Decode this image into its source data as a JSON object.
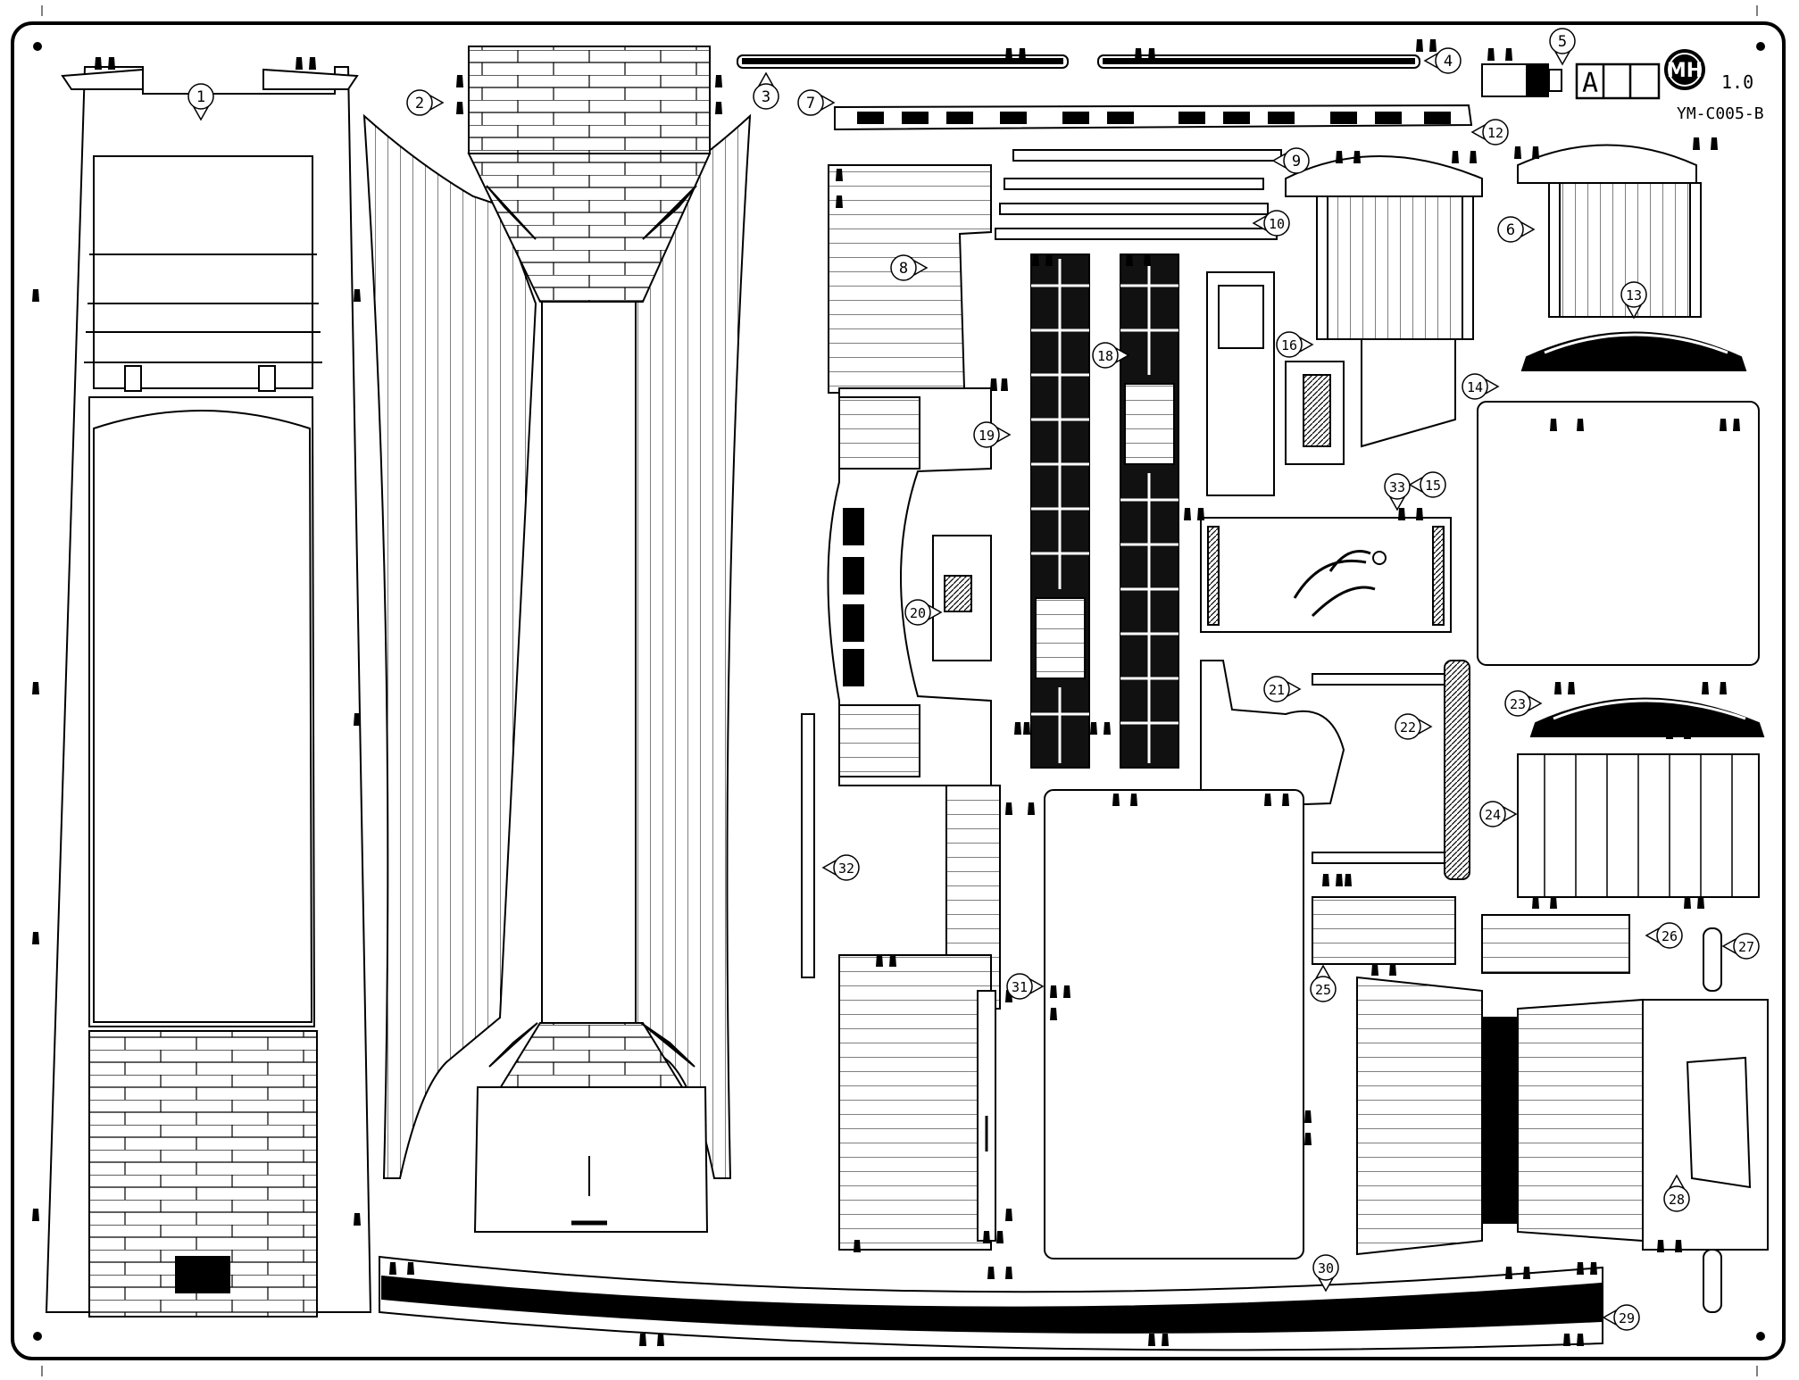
{
  "sheet": {
    "code": "YM-C005-B",
    "version": "1.0",
    "logo": "MH",
    "sheet_letter": "A"
  },
  "colors": {
    "ink": "#000000",
    "paper": "#ffffff",
    "fill_dark": "#111111"
  },
  "parts": [
    {
      "id": "part-1",
      "label": "1"
    },
    {
      "id": "part-2",
      "label": "2"
    },
    {
      "id": "part-3",
      "label": "3"
    },
    {
      "id": "part-4",
      "label": "4"
    },
    {
      "id": "part-5",
      "label": "5"
    },
    {
      "id": "part-6",
      "label": "6"
    },
    {
      "id": "part-7",
      "label": "7"
    },
    {
      "id": "part-8",
      "label": "8"
    },
    {
      "id": "part-9",
      "label": "9"
    },
    {
      "id": "part-10",
      "label": "10"
    },
    {
      "id": "part-12",
      "label": "12"
    },
    {
      "id": "part-13",
      "label": "13"
    },
    {
      "id": "part-14",
      "label": "14"
    },
    {
      "id": "part-15",
      "label": "15"
    },
    {
      "id": "part-16",
      "label": "16"
    },
    {
      "id": "part-18",
      "label": "18"
    },
    {
      "id": "part-19",
      "label": "19"
    },
    {
      "id": "part-20",
      "label": "20"
    },
    {
      "id": "part-21",
      "label": "21"
    },
    {
      "id": "part-22",
      "label": "22"
    },
    {
      "id": "part-23",
      "label": "23"
    },
    {
      "id": "part-24",
      "label": "24"
    },
    {
      "id": "part-25",
      "label": "25"
    },
    {
      "id": "part-26",
      "label": "26"
    },
    {
      "id": "part-27",
      "label": "27"
    },
    {
      "id": "part-28",
      "label": "28"
    },
    {
      "id": "part-29",
      "label": "29"
    },
    {
      "id": "part-30",
      "label": "30"
    },
    {
      "id": "part-31",
      "label": "31"
    },
    {
      "id": "part-32",
      "label": "32"
    },
    {
      "id": "part-33",
      "label": "33"
    }
  ]
}
